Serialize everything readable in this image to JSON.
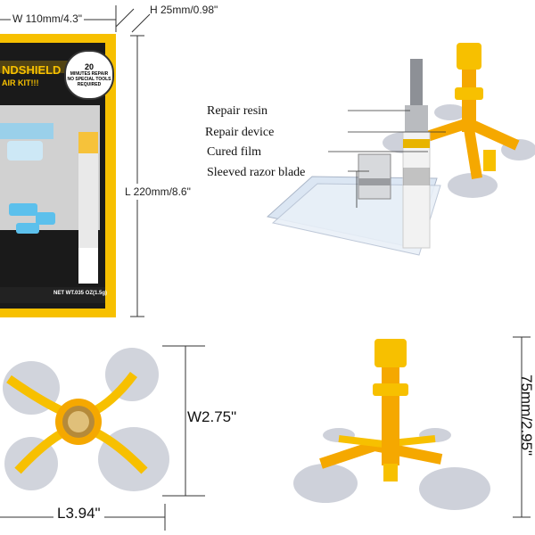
{
  "package": {
    "title_line1": "NDSHIELD",
    "title_line2": "AIR KIT!!!",
    "badge_line1": "20",
    "badge_line2": "MINUTES REPAIR",
    "badge_line3": "NO SPECIAL TOOLS",
    "badge_line4": "REQUIRED",
    "net_weight": "NET WT.035 OZ(1.5g)"
  },
  "dimensions": {
    "width": "W 110mm/4.3\"",
    "height": "H 25mm/0.98\"",
    "length": "L 220mm/8.6\"",
    "tool_width": "W2.75\"",
    "tool_length": "L3.94\"",
    "tool_height": "75mm/2.95\""
  },
  "callouts": {
    "resin": "Repair resin",
    "device": "Repair device",
    "film": "Cured film",
    "blade": "Sleeved razor blade"
  },
  "colors": {
    "yellow": "#f7c000",
    "orange": "#f5a800",
    "black": "#111111",
    "suction": "#c9ccd6"
  }
}
